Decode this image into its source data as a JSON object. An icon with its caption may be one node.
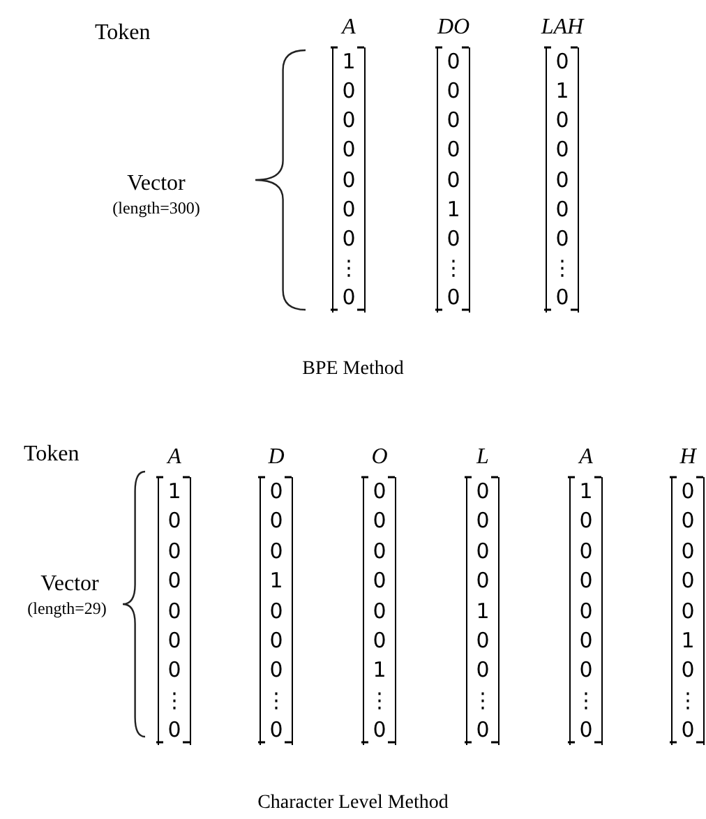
{
  "diagram": {
    "nodes": [
      {
        "text": [
          "1",
          "0",
          "0",
          "0",
          "0",
          "0",
          "0",
          "⋮",
          "0"
        ],
        "beside": [
          "A"
        ]
      },
      {
        "text": [
          "0",
          "0",
          "0",
          "0",
          "0",
          "1",
          "0",
          "⋮",
          "0"
        ],
        "beside": [
          "DO"
        ]
      },
      {
        "text": [
          "0",
          "1",
          "0",
          "0",
          "0",
          "0",
          "0",
          "⋮",
          "0"
        ],
        "beside": [
          "LAH"
        ]
      },
      {
        "text": [
          "1",
          "0",
          "0",
          "0",
          "0",
          "0",
          "0",
          "⋮",
          "0"
        ],
        "beside": [
          "A"
        ]
      },
      {
        "text": [
          "0",
          "0",
          "0",
          "1",
          "0",
          "0",
          "0",
          "⋮",
          "0"
        ],
        "beside": [
          "D"
        ]
      },
      {
        "text": [
          "0",
          "0",
          "0",
          "0",
          "0",
          "0",
          "1",
          "⋮",
          "0"
        ],
        "beside": [
          "O"
        ]
      },
      {
        "text": [
          "0",
          "0",
          "0",
          "0",
          "1",
          "0",
          "0",
          "⋮",
          "0"
        ],
        "beside": [
          "L"
        ]
      },
      {
        "text": [
          "1",
          "0",
          "0",
          "0",
          "0",
          "0",
          "0",
          "⋮",
          "0"
        ],
        "beside": [
          "A"
        ]
      },
      {
        "text": [
          "0",
          "0",
          "0",
          "0",
          "0",
          "1",
          "0",
          "⋮",
          "0"
        ],
        "beside": [
          "H"
        ]
      }
    ],
    "labels": [
      "Token",
      "Vector",
      "(length=300)",
      "BPE Method",
      "Token",
      "Vector",
      "(length=29)",
      "Character Level Method"
    ]
  }
}
